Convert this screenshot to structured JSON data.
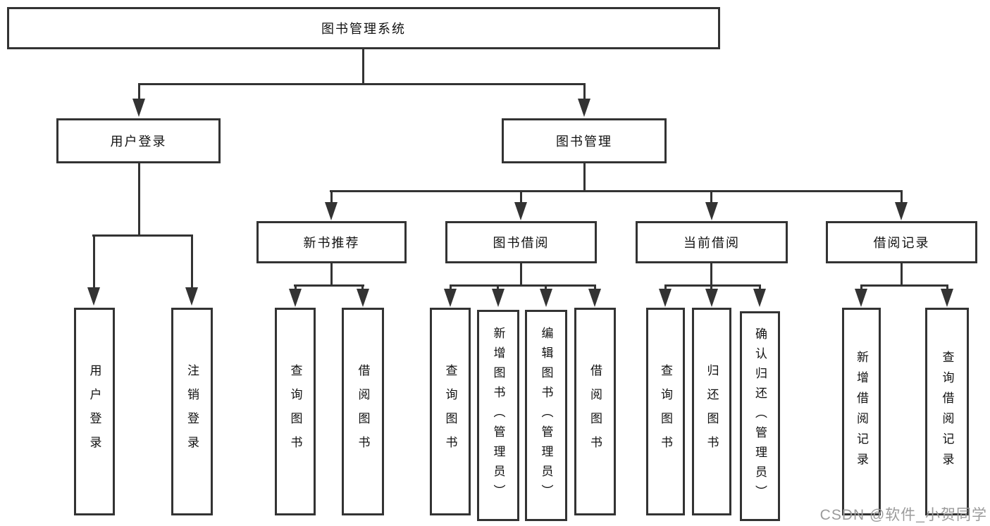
{
  "tree": {
    "root": "图书管理系统",
    "level2": [
      {
        "label": "用户登录",
        "children": [
          "用户登录",
          "注销登录"
        ]
      },
      {
        "label": "图书管理",
        "children": [
          {
            "label": "新书推荐",
            "children": [
              "查询图书",
              "借阅图书"
            ]
          },
          {
            "label": "图书借阅",
            "children": [
              "查询图书",
              "新增图书（管理员）",
              "编辑图书（管理员）",
              "借阅图书"
            ]
          },
          {
            "label": "当前借阅",
            "children": [
              "查询图书",
              "归还图书",
              "确认归还（管理员）"
            ]
          },
          {
            "label": "借阅记录",
            "children": [
              "新增借阅记录",
              "查询借阅记录"
            ]
          }
        ]
      }
    ]
  },
  "watermark": {
    "text": "CSDN @软件_小贺同学",
    "color": "#9b9b9b"
  },
  "colors": {
    "line": "#333333",
    "background": "#ffffff",
    "box_background": "#ffffff",
    "text": "#111111"
  }
}
